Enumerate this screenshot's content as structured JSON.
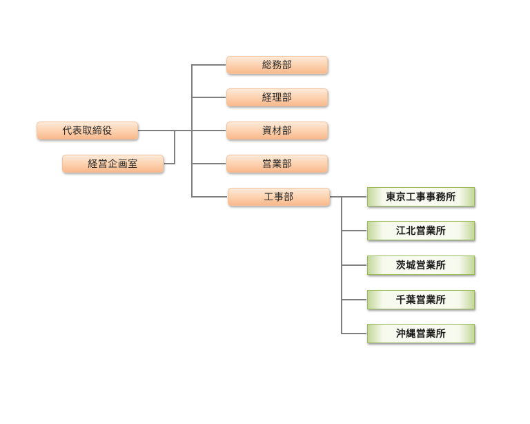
{
  "org_chart": {
    "root": "代表取締役",
    "staff_office": "経営企画室",
    "departments": [
      "総務部",
      "経理部",
      "資材部",
      "営業部",
      "工事部"
    ],
    "construction_offices": [
      "東京工事事務所",
      "江北営業所",
      "茨城営業所",
      "千葉営業所",
      "沖縄営業所"
    ]
  },
  "colors": {
    "connector": "#7f7f7f",
    "orange_box": "#fcd5b4",
    "green_box": "#ebf1de",
    "green_border": "#9bbb59"
  }
}
